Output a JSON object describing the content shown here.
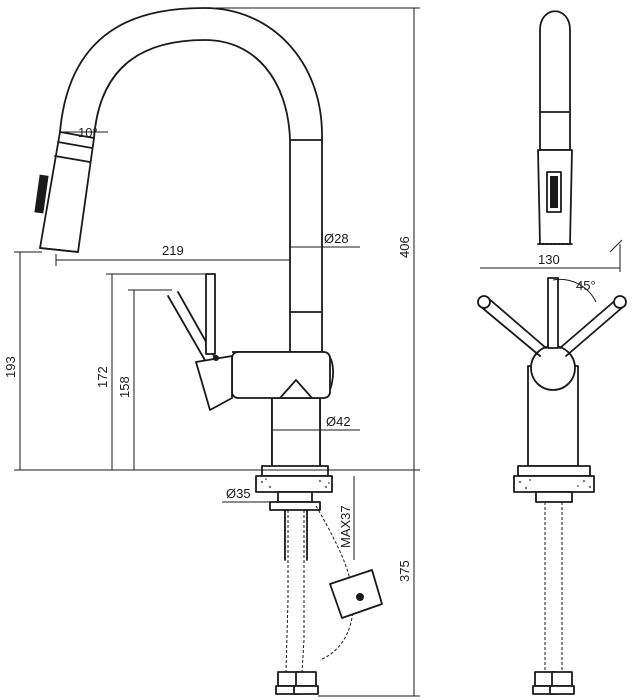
{
  "dimensions": {
    "angle_spout": "10°",
    "reach": "219",
    "tube_diameter": "Ø28",
    "total_height": "406",
    "spout_height": "193",
    "handle_height": "172",
    "body_height": "158",
    "body_diameter": "Ø42",
    "hole_diameter": "Ø35",
    "max_deck": "MAX37",
    "hose_length": "375",
    "handle_span": "130",
    "handle_angle": "45°"
  },
  "colors": {
    "line": "#1a1a1a",
    "background": "#ffffff"
  }
}
